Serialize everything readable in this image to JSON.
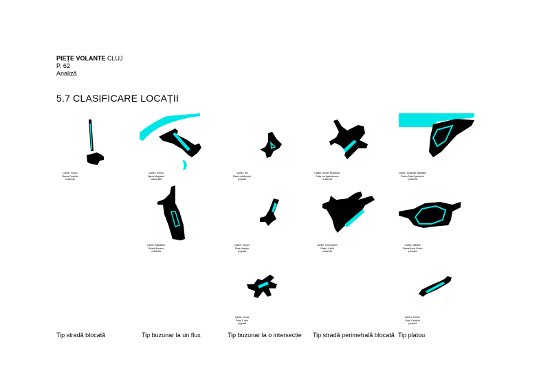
{
  "header": {
    "title_bold": "PIEȚE VOLANTE",
    "title_city": "CLUJ",
    "page": "P. 62",
    "section": "Analiză"
  },
  "section_title": "5.7 CLASIFICARE LOCAȚII",
  "colors": {
    "accent": "#00e6e6",
    "building": "#000000"
  },
  "captions": [
    {
      "line1": "Cartier: Zorilor",
      "line2": "Strada Ceahlău",
      "line3": "existentă"
    },
    {
      "line1": "Cartier: Centru",
      "line2": "Opera Maghiară",
      "line3": "ocazională"
    },
    {
      "line1": "Cartier: Iris",
      "line2": "Piața Lețbăcrecht",
      "line3": "propusă"
    },
    {
      "line1": "Cartier: Andrei Mureșanu",
      "line2": "Piața Ion Agârbiceanu",
      "line3": "existentă"
    },
    {
      "line1": "Cartier: Grădinile Mănăștur",
      "line2": "Platou Sala Sporturilor",
      "line3": "existentă"
    },
    {
      "line1": "Cartier: Mănăștur",
      "line2": "Strada Bucium",
      "line3": "existentă"
    },
    {
      "line1": "Cartier: Zorilor",
      "line2": "Piața Hașdeu",
      "line3": "propusă"
    },
    {
      "line1": "Cartier: Gheorgheni",
      "line2": "Piața 14 Iulie",
      "line3": "existentă"
    },
    {
      "line1": "Cartier: Mărăști",
      "line2": "Strada Aurel Vlaicu",
      "line3": "propusă"
    },
    {
      "line1": "Cartier: Gruia",
      "line2": "Piața 1 Iulie",
      "line3": "propusă"
    },
    {
      "line1": "Cartier: Centru",
      "line2": "Piața Cardinal",
      "line3": "propusă"
    }
  ],
  "categories": [
    "Tip stradă blocată",
    "Tip buzunar la un flux",
    "Tip buzunar la o intersecție",
    "Tip stradă perimetrală blocată",
    "Tip platou"
  ]
}
